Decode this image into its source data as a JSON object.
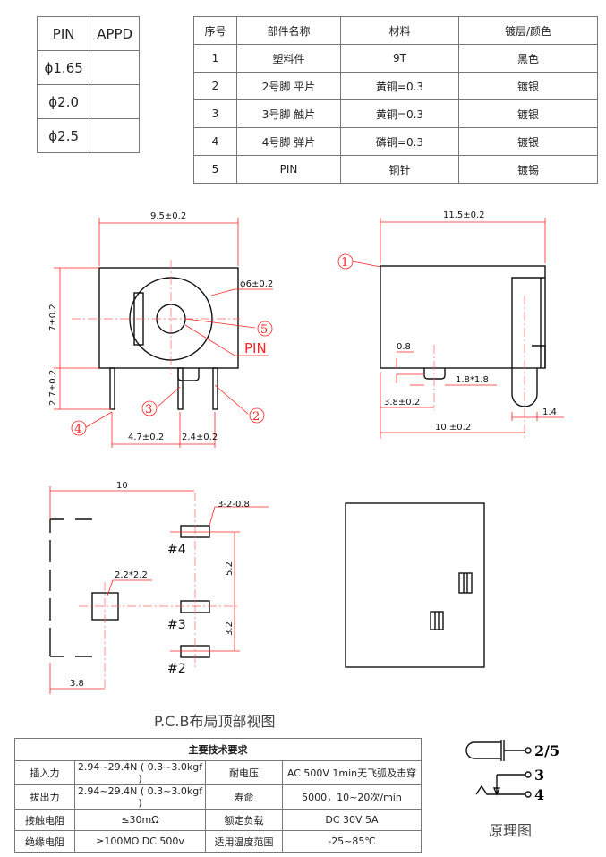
{
  "pin_table": {
    "headers": [
      "PIN",
      "APPD"
    ],
    "rows": [
      [
        "ϕ1.65",
        ""
      ],
      [
        "ϕ2.0",
        ""
      ],
      [
        "ϕ2.5",
        ""
      ]
    ]
  },
  "parts_table": {
    "headers": [
      "序号",
      "部件名称",
      "材料",
      "镀层/颜色"
    ],
    "rows": [
      [
        "1",
        "塑料件",
        "9T",
        "黑色"
      ],
      [
        "2",
        "2号脚 平片",
        "黄铜=0.3",
        "镀银"
      ],
      [
        "3",
        "3号脚 触片",
        "黄铜=0.3",
        "镀银"
      ],
      [
        "4",
        "4号脚 弹片",
        "磷铜=0.3",
        "镀银"
      ],
      [
        "5",
        "PIN",
        "铜针",
        "镀锡"
      ]
    ]
  },
  "front_view": {
    "width": "9.5±0.2",
    "height": "7±0.2",
    "pin_len": "2.7±0.2",
    "dia": "ϕ6±0.2",
    "pitch1": "4.7±0.2",
    "pitch2": "2.4±0.2",
    "pin_label": "PIN",
    "balloons": [
      "2",
      "3",
      "4",
      "5"
    ]
  },
  "side_view": {
    "length": "11.5±0.2",
    "d08": "0.8",
    "d38": "3.8±0.2",
    "d1818": "1.8*1.8",
    "d10": "10.±0.2",
    "d14": "1.4",
    "balloon": "1"
  },
  "pcb": {
    "title": "P.C.B布局顶部视图",
    "d10": "10",
    "pad_note": "3-2-0.8",
    "square": "2.2*2.2",
    "d52": "5.2",
    "d32": "3.2",
    "d38": "3.8",
    "pads": [
      "#4",
      "#3",
      "#2"
    ]
  },
  "spec_table": {
    "title": "主要技术要求",
    "rows": [
      [
        "插入力",
        "2.94~29.4N ( 0.3~3.0kgf )",
        "耐电压",
        "AC 500V 1min无飞弧及击穿"
      ],
      [
        "拔出力",
        "2.94~29.4N ( 0.3~3.0kgf )",
        "寿命",
        "5000，10~20次/min"
      ],
      [
        "接触电阻",
        "≤30mΩ",
        "额定负载",
        "DC 30V 5A"
      ],
      [
        "绝缘电阻",
        "≥100MΩ DC 500v",
        "适用温度范围",
        "-25~85℃"
      ]
    ]
  },
  "schematic": {
    "title": "原理图",
    "labels": [
      "2/5",
      "3",
      "4"
    ]
  },
  "colors": {
    "dimension": "#ff2222",
    "outline": "#111111"
  }
}
